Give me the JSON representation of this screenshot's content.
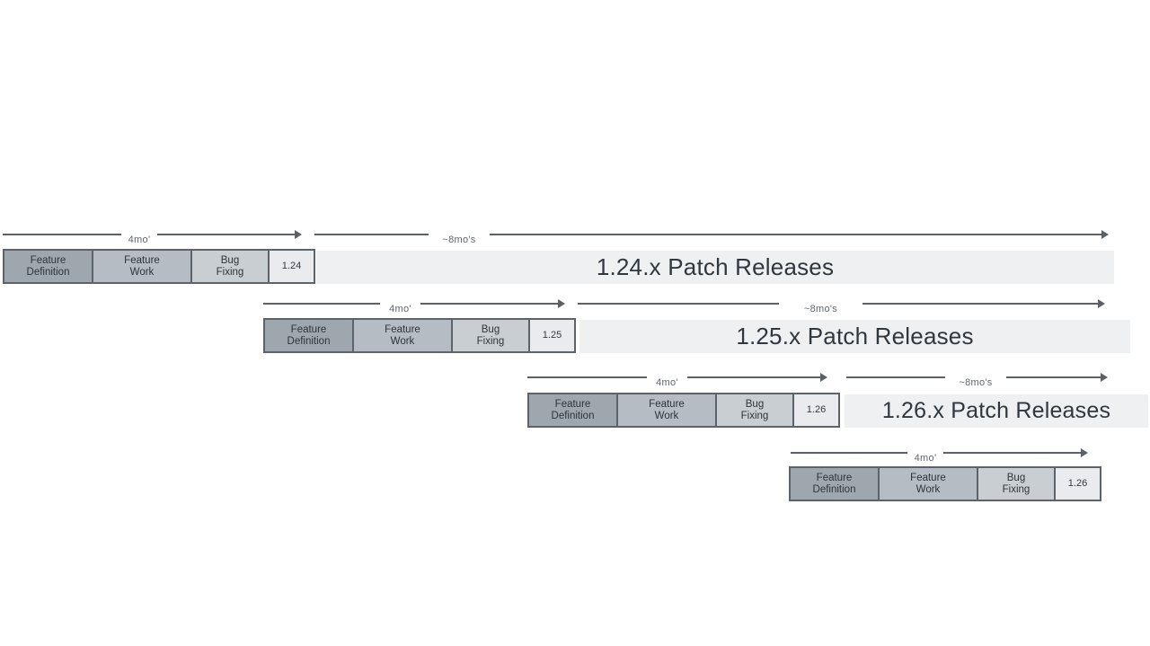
{
  "colors": {
    "background": "#ffffff",
    "feature_definition_fill": "#9ea6ae",
    "feature_work_fill": "#b6bcc3",
    "bug_fixing_fill": "#c9ced3",
    "version_box_fill": "#e9ebee",
    "patch_bar_fill": "#eef0f2",
    "box_border": "#5c636a",
    "arrow": "#5b6167",
    "arrow_label_text": "#60666d",
    "box_text": "#2e343a",
    "patch_bar_text": "#30373e"
  },
  "rows": [
    {
      "dev_arrow_label": "4mo'",
      "patch_arrow_label": "~8mo's",
      "phases": [
        "Feature\nDefinition",
        "Feature\nWork",
        "Bug\nFixing"
      ],
      "version": "1.24",
      "patch_release_label": "1.24.x Patch Releases"
    },
    {
      "dev_arrow_label": "4mo'",
      "patch_arrow_label": "~8mo's",
      "phases": [
        "Feature\nDefinition",
        "Feature\nWork",
        "Bug\nFixing"
      ],
      "version": "1.25",
      "patch_release_label": "1.25.x Patch Releases"
    },
    {
      "dev_arrow_label": "4mo'",
      "patch_arrow_label": "~8mo's",
      "phases": [
        "Feature\nDefinition",
        "Feature\nWork",
        "Bug\nFixing"
      ],
      "version": "1.26",
      "patch_release_label": "1.26.x Patch Releases"
    },
    {
      "dev_arrow_label": "4mo'",
      "phases": [
        "Feature\nDefinition",
        "Feature\nWork",
        "Bug\nFixing"
      ],
      "version": "1.26"
    }
  ]
}
